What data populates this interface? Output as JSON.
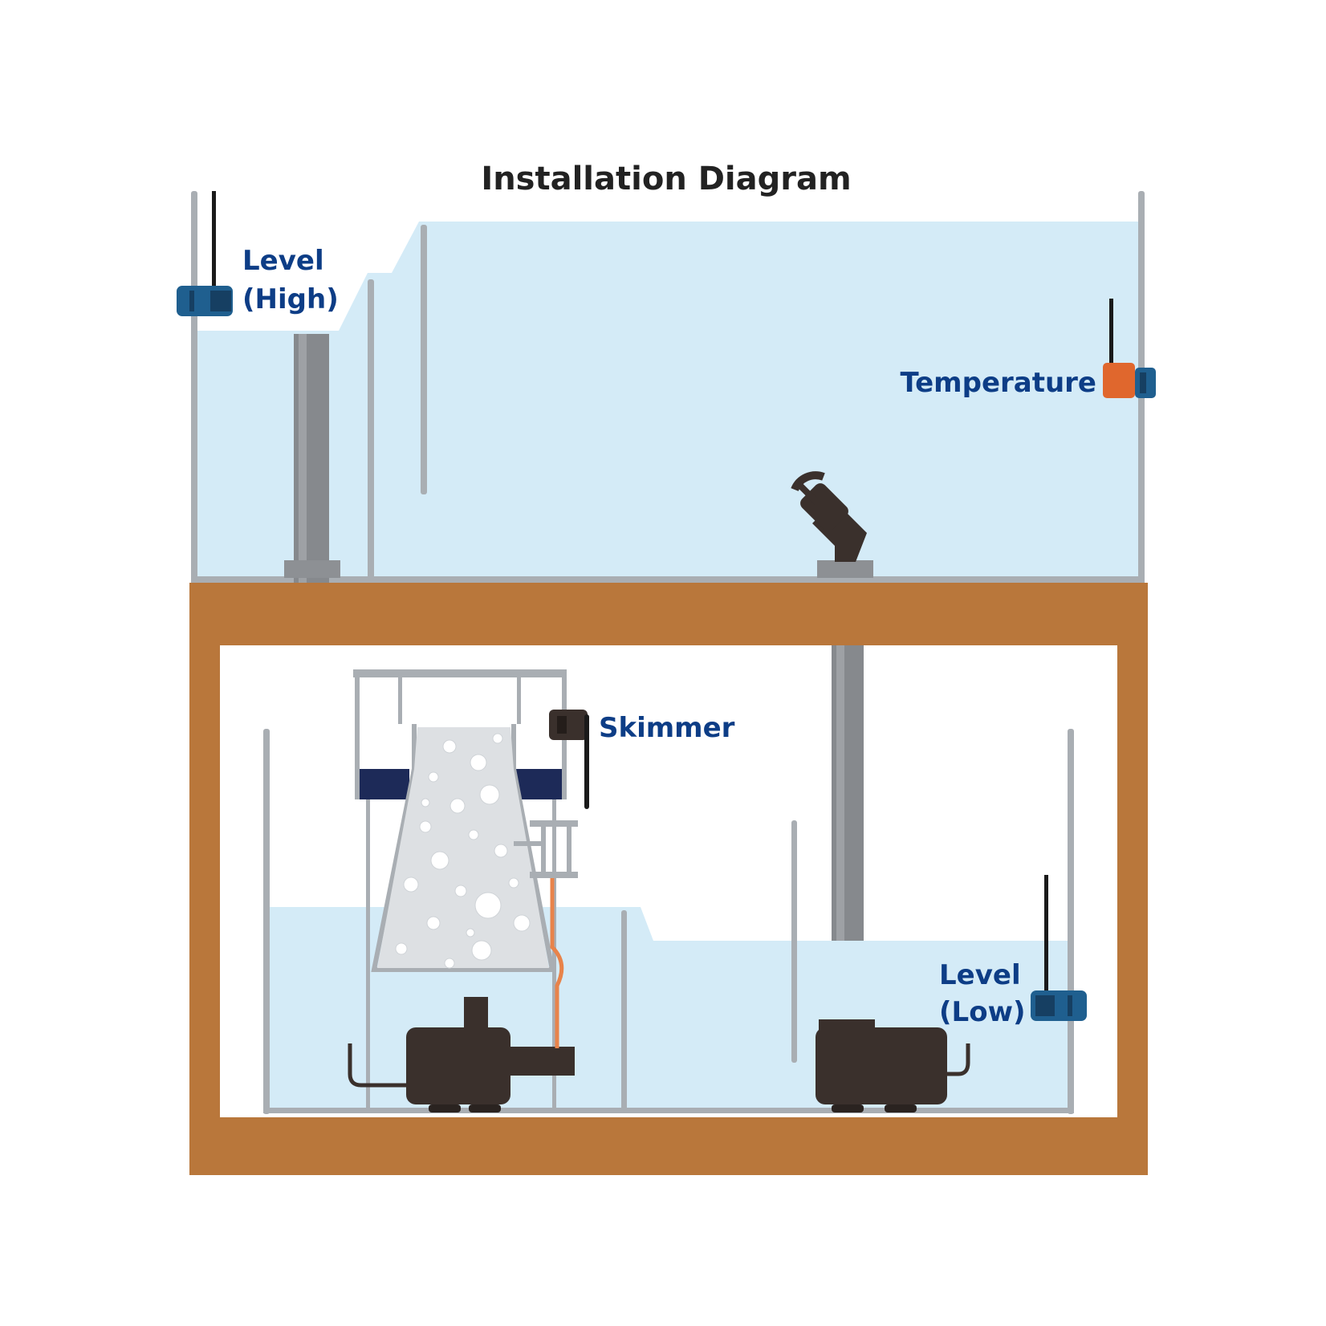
{
  "title": "Installation Diagram",
  "labels": {
    "level_high": [
      "Level",
      "(High)"
    ],
    "temperature": "Temperature",
    "skimmer": "Skimmer",
    "level_low": [
      "Level",
      "(Low)"
    ]
  },
  "colors": {
    "water": "#d4ebf7",
    "glass": "#a9aeb3",
    "pipe": "#86898d",
    "cabinet": "#b9773b",
    "pump": "#3a302c",
    "label": "#0d3d86",
    "sensor_blue": "#1f5f8f",
    "sensor_orange": "#e0672d",
    "skimmer_cup": "#1d2a58",
    "foam": "#dde0e3",
    "tubing": "#e8834a"
  },
  "icons": [
    "level-sensor-icon",
    "temperature-sensor-icon",
    "return-nozzle-icon",
    "skimmer-pump-icon",
    "return-pump-icon"
  ]
}
